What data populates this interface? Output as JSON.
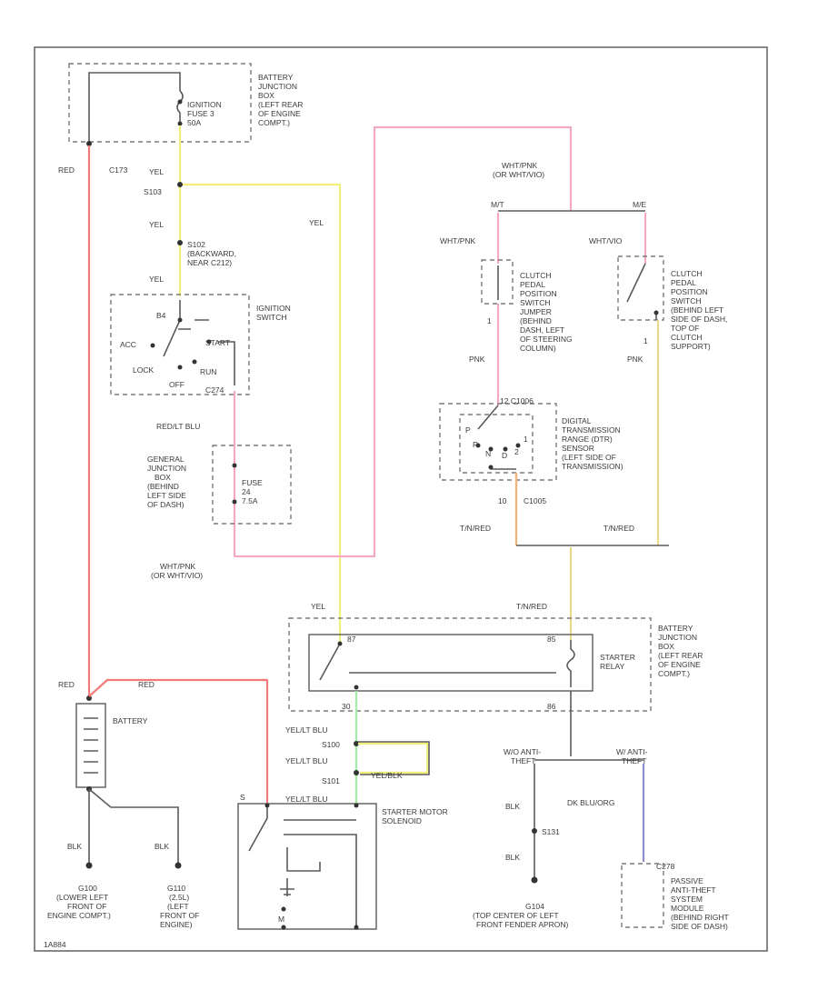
{
  "colors": {
    "red": "#f07a7a",
    "yellow": "#f2ee7a",
    "pink": "#f5a8c4",
    "orange": "#f2b27a",
    "tan_yellow": "#e9d98a",
    "green": "#a6e8a6",
    "blue": "#8c8cd0",
    "black": "#5a5a5a",
    "frame": "#6a6a6a"
  },
  "labels": {
    "bjb_top": [
      "BATTERY",
      "JUNCTION",
      "BOX",
      "(LEFT REAR",
      "OF ENGINE",
      "COMPT.)"
    ],
    "ign_fuse": [
      "IGNITION",
      "FUSE 3",
      "50A"
    ],
    "red_c173": [
      "RED",
      "C173"
    ],
    "yel_1": "YEL",
    "s103": "S103",
    "yel_2": "YEL",
    "yel_3": "YEL",
    "s102": [
      "S102",
      "(BACKWARD,",
      "NEAR C212)"
    ],
    "yel_4": "YEL",
    "yel_long": "YEL",
    "ignition_switch": [
      "IGNITION",
      "SWITCH"
    ],
    "ign_contacts": {
      "b": "B4",
      "acc": "ACC",
      "start": "START",
      "lock": "LOCK",
      "off": "OFF",
      "run": "RUN",
      "c": "C274"
    },
    "redlt_blu": "RED/LT BLU",
    "gjb": [
      "GENERAL",
      "JUNCTION",
      "BOX",
      "(BEHIND",
      "LEFT SIDE",
      "OF DASH)"
    ],
    "fuse_7": [
      "FUSE",
      "24",
      "7.5A"
    ],
    "wht_pnk_bottom": [
      "WHT/PNK",
      "(OR WHT/VIO)"
    ],
    "wht_pnk_top": [
      "WHT/PNK",
      "(OR WHT/VIO)"
    ],
    "mt_left": "M/T",
    "mt_right": "M/E",
    "wht_pnk_side": "WHT/PNK",
    "wht_vio_side": "WHT/VIO",
    "clutch_jumper": [
      "CLUTCH",
      "PEDAL",
      "POSITION",
      "SWITCH",
      "JUMPER",
      "(BEHIND",
      "DASH, LEFT",
      "OF STEERING",
      "COLUMN)"
    ],
    "clutch_switch": [
      "CLUTCH",
      "PEDAL",
      "POSITION",
      "SWITCH",
      "(BEHIND LEFT",
      "SIDE OF DASH,",
      "TOP OF",
      "CLUTCH",
      "SUPPORT)"
    ],
    "pin_1a": "1",
    "pin_1b": "1",
    "pnk": "PNK",
    "pnk_2": "PNK",
    "c_numbers": "12 C1006",
    "dtr": [
      "DIGITAL",
      "TRANSMISSION",
      "RANGE (DTR)",
      "SENSOR",
      "(LEFT SIDE OF",
      "TRANSMISSION)"
    ],
    "dtr_letters": [
      "P",
      "R",
      "N",
      "D",
      "2",
      "1"
    ],
    "ten_c1005": [
      "10",
      "C1005"
    ],
    "tan_red_1": "T/N/RED",
    "tan_red_2": "T/N/RED",
    "tan_red_3": "T/N/RED",
    "yel_relay": "YEL",
    "bjb_relay": [
      "BATTERY",
      "JUNCTION",
      "BOX",
      "(LEFT REAR",
      "OF ENGINE",
      "COMPT.)"
    ],
    "starter_relay": [
      "STARTER",
      "RELAY"
    ],
    "relay_pins": {
      "a": "87",
      "b": "85",
      "c": "30",
      "d": "86"
    },
    "battery_red_1": "RED",
    "battery_red_2": "RED",
    "battery": "BATTERY",
    "yellt_blu_1": "YEL/LT BLU",
    "s100": "S100",
    "yellt_blu_2": "YEL/LT BLU",
    "s101": "S101",
    "yellt_blu_3": "YEL/BLK",
    "yellt_blu_4": "YEL/LT BLU",
    "starter_motor": [
      "STARTER MOTOR",
      "SOLENOID"
    ],
    "m_pin": "M",
    "s_pin": "S",
    "w_anti_left": [
      "W/O ANTI-",
      "THEFT"
    ],
    "w_anti_right": [
      "W/ ANTI-",
      "THEFT"
    ],
    "blk_1": "BLK",
    "s131": "S131",
    "blk_2": "BLK",
    "dk_blu_org": "DK BLU/ORG",
    "c278": "C278",
    "blk_g1": "BLK",
    "blk_g2": "BLK",
    "g100": [
      "G100",
      "(LOWER LEFT",
      "FRONT OF",
      "ENGINE COMPT.)"
    ],
    "g110": [
      "G110",
      "(2.5L)",
      "(LEFT",
      "FRONT OF",
      "ENGINE)"
    ],
    "g104": [
      "G104",
      "(TOP CENTER OF LEFT",
      "FRONT FENDER APRON)"
    ],
    "pats": [
      "PASSIVE",
      "ANTI-THEFT",
      "SYSTEM",
      "MODULE",
      "(BEHIND RIGHT",
      "SIDE OF DASH)"
    ],
    "corner_code": "1A884"
  }
}
